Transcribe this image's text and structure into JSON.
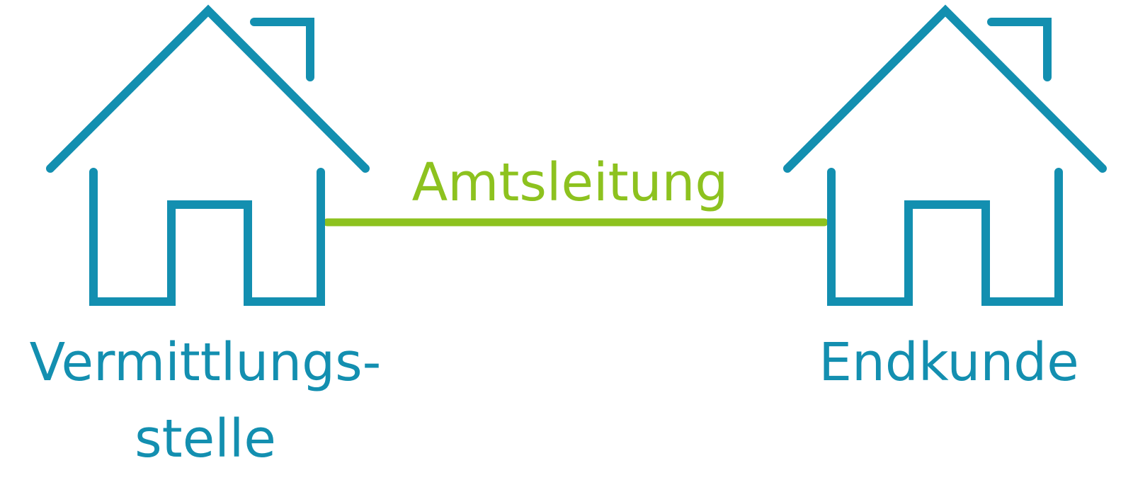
{
  "colors": {
    "house": "#138fb0",
    "line": "#8dc21f"
  },
  "nodes": {
    "left": {
      "icon": "house-icon",
      "label_line1": "Vermittlungs-",
      "label_line2": "stelle"
    },
    "right": {
      "icon": "house-icon",
      "label": "Endkunde"
    }
  },
  "connection": {
    "label": "Amtsleitung"
  }
}
